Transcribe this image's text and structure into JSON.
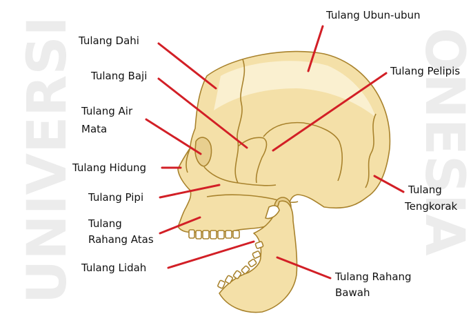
{
  "diagram": {
    "labels": {
      "ubun_ubun": "Tulang Ubun-ubun",
      "dahi": "Tulang Dahi",
      "baji": "Tulang Baji",
      "pelipis": "Tulang Pelipis",
      "air_mata_1": "Tulang Air",
      "air_mata_2": "Mata",
      "hidung": "Tulang Hidung",
      "pipi": "Tulang Pipi",
      "tengkorak_1": "Tulang",
      "tengkorak_2": "Tengkorak",
      "rahang_atas_1": "Tulang",
      "rahang_atas_2": "Rahang Atas",
      "lidah": "Tulang Lidah",
      "rahang_bawah_1": "Tulang Rahang",
      "rahang_bawah_2": "Bawah"
    },
    "watermark_left": "UNIVERSI",
    "watermark_right": "ONESIA",
    "colors": {
      "bone": "#f4e0a8",
      "bone_light": "#faf0d0",
      "suture": "#a8822c",
      "leader": "#d21f26"
    }
  }
}
